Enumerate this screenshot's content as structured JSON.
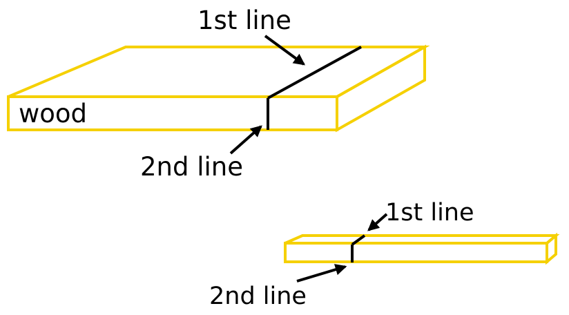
{
  "colors": {
    "wood": "#F5D000",
    "line": "#000000",
    "text": "#000000",
    "background": "#FFFFFF"
  },
  "top_board": {
    "material_label": "wood",
    "first_line_label": "1st line",
    "second_line_label": "2nd line"
  },
  "bottom_board": {
    "first_line_label": "1st line",
    "second_line_label": "2nd line"
  }
}
